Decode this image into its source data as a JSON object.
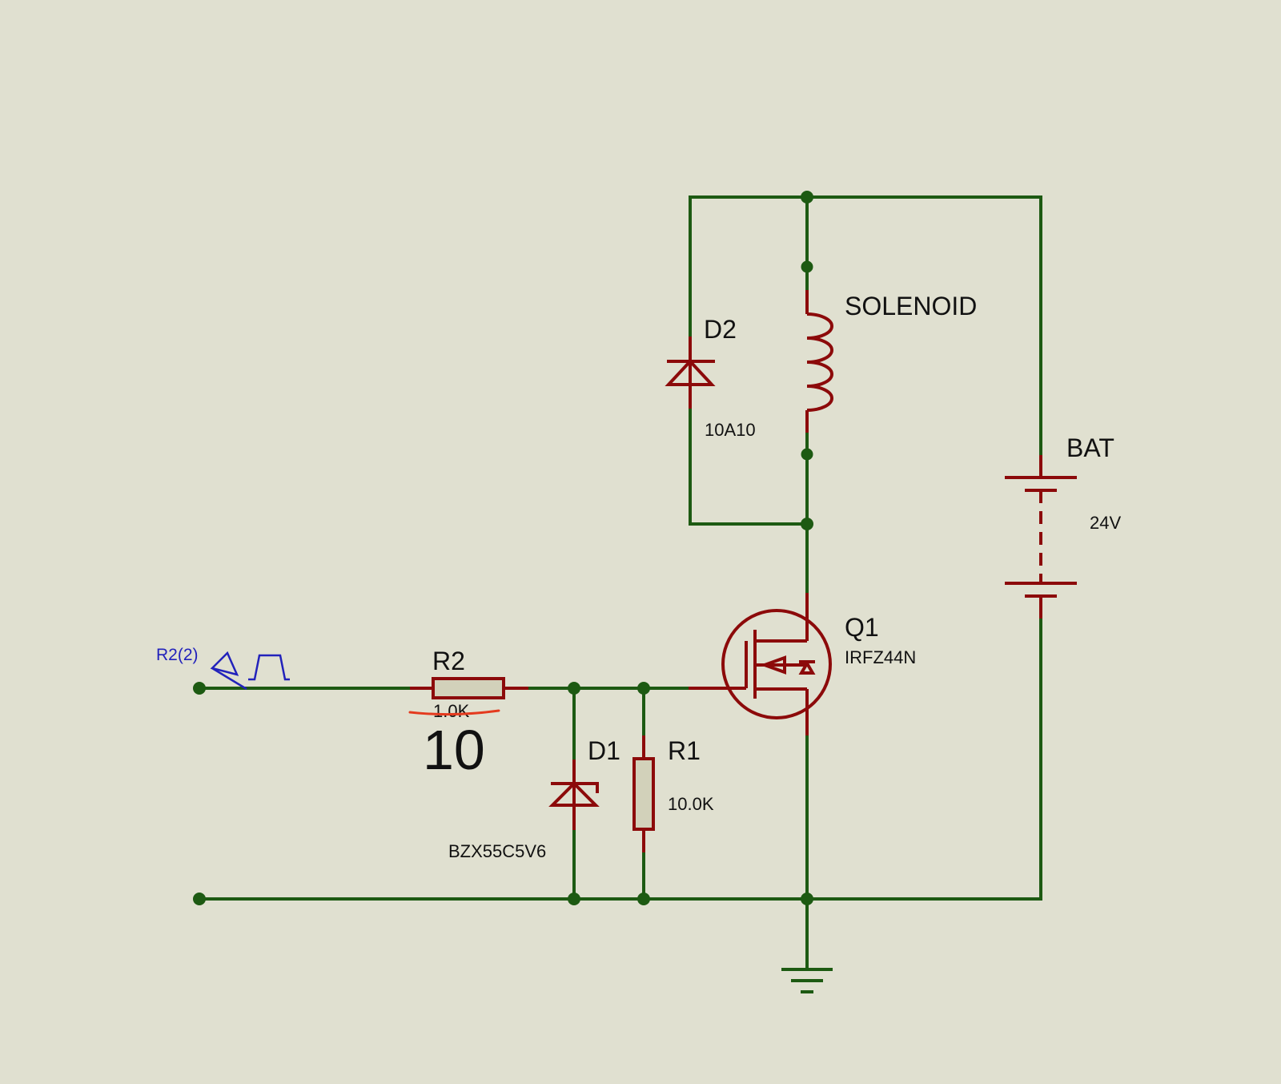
{
  "colors": {
    "background": "#e0e0d0",
    "wire": "#1d5a12",
    "component": "#8c0a0a",
    "component_fill": "#d2d1ba",
    "probe": "#2222bb",
    "annotation_strike": "#e43a1e"
  },
  "probe": {
    "label": "R2(2)",
    "icon": "pulse-generator-icon"
  },
  "components": {
    "r2": {
      "ref": "R2",
      "value": "1.0K",
      "handwritten_value": "10"
    },
    "d1": {
      "ref": "D1",
      "value": "BZX55C5V6"
    },
    "r1": {
      "ref": "R1",
      "value": "10.0K"
    },
    "q1": {
      "ref": "Q1",
      "value": "IRFZ44N"
    },
    "d2": {
      "ref": "D2",
      "value": "10A10"
    },
    "solenoid": {
      "ref": "SOLENOID"
    },
    "battery": {
      "ref": "BAT",
      "value": "24V"
    }
  }
}
